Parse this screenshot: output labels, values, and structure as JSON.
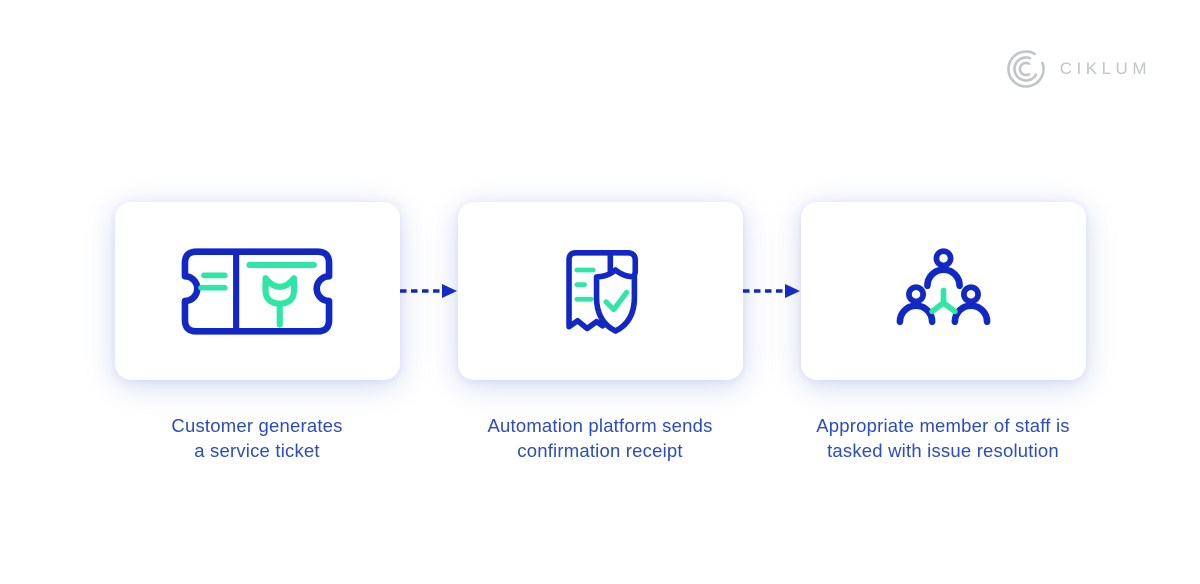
{
  "brand": {
    "name": "CIKLUM"
  },
  "colors": {
    "icon-blue": "#1128c4",
    "accent-green": "#2ee6a6",
    "text-blue": "#2b4ac5",
    "logo-gray": "#c1c4c8",
    "card-bg": "#ffffff",
    "page-bg": "#ffffff"
  },
  "steps": [
    {
      "icon": "service-ticket-icon",
      "caption": [
        "Customer generates",
        "a service ticket"
      ]
    },
    {
      "icon": "confirmation-receipt-icon",
      "caption": [
        "Automation platform sends",
        "confirmation receipt"
      ]
    },
    {
      "icon": "team-assignment-icon",
      "caption": [
        "Appropriate member of staff is",
        "tasked with issue resolution"
      ]
    }
  ],
  "connectors": [
    {
      "type": "dashed-arrow-right"
    },
    {
      "type": "dashed-arrow-right"
    }
  ]
}
